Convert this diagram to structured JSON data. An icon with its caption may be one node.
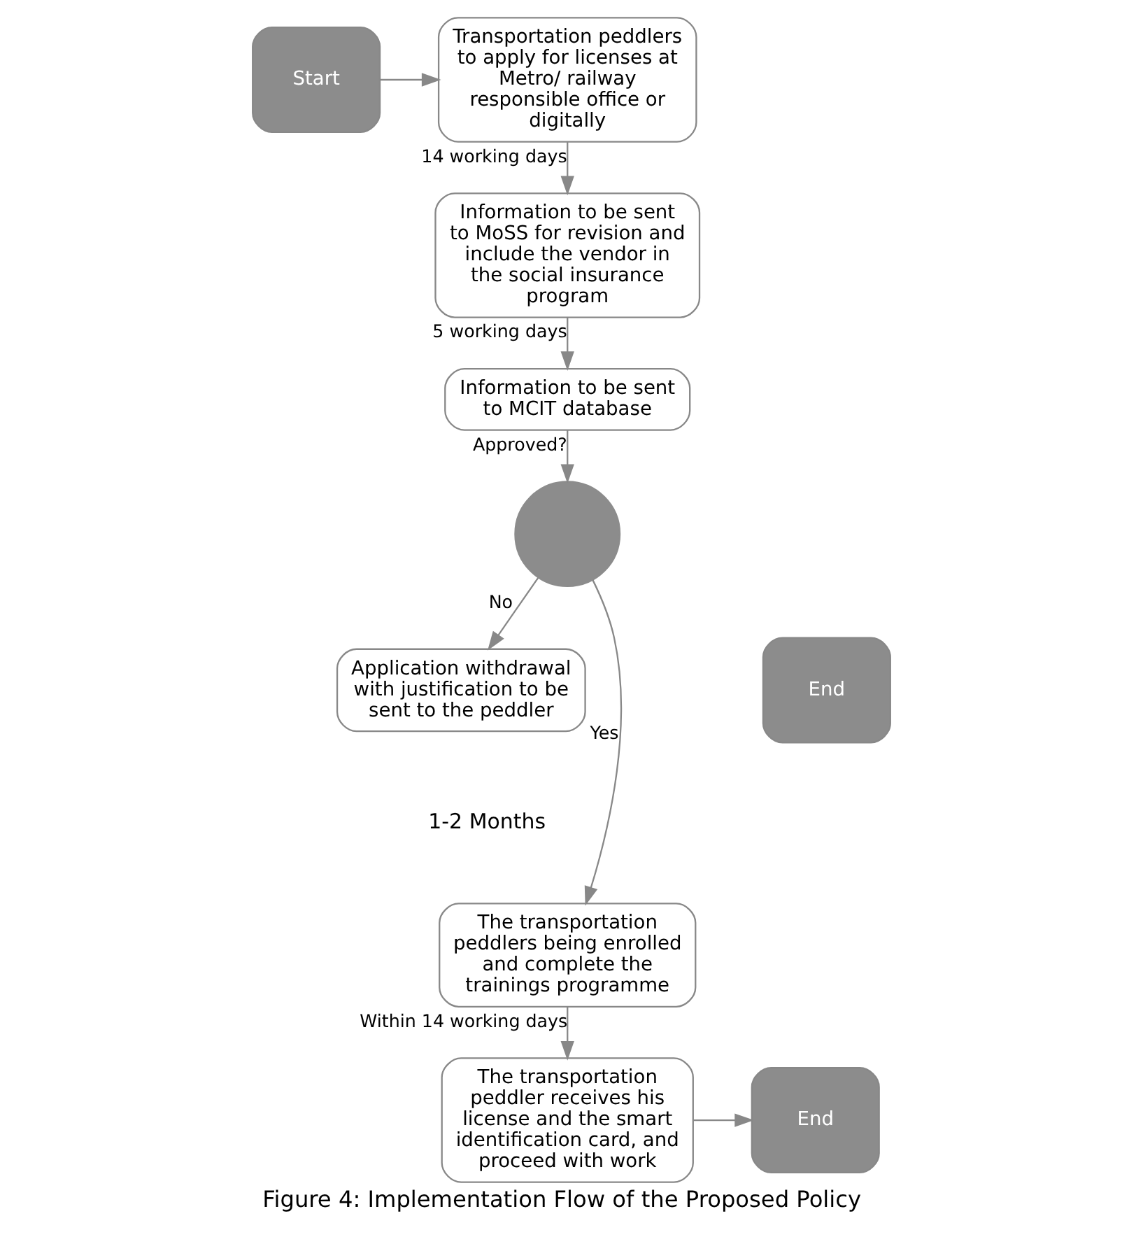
{
  "diagram": {
    "caption": "Figure 4: Implementation Flow of the Proposed Policy",
    "nodes": [
      {
        "text": [
          "Start"
        ]
      },
      {
        "text": [
          "Transportation peddlers to apply for licenses at Metro/ railway responsible office or digitally"
        ]
      },
      {
        "text": [
          "Information to be sent to MoSS for revision and include the vendor in the social insurance program"
        ]
      },
      {
        "text": [
          "Information to be sent to MCIT database"
        ]
      },
      {
        "text": [],
        "shape": "circle"
      },
      {
        "text": [
          "Application withdrawal with justification to be sent to the peddler"
        ]
      },
      {
        "text": [
          "End"
        ]
      },
      {
        "text": [
          "The transportation peddlers being enrolled and complete the trainings programme"
        ]
      },
      {
        "text": [
          "The transportation peddler receives his license and the smart identification card, and proceed with work"
        ]
      },
      {
        "text": [
          "End"
        ]
      }
    ],
    "edges": [
      {
        "from": 0,
        "to": 1,
        "arrow": "to"
      },
      {
        "from": 1,
        "to": 2,
        "arrow": "to",
        "label": "14 working days"
      },
      {
        "from": 2,
        "to": 3,
        "arrow": "to",
        "label": "5 working days"
      },
      {
        "from": 3,
        "to": 4,
        "arrow": "to",
        "label": "Approved?"
      },
      {
        "from": 4,
        "to": 5,
        "arrow": "to",
        "label": "No"
      },
      {
        "from": 4,
        "to": 7,
        "arrow": "to",
        "label": "Yes"
      },
      {
        "from": 7,
        "to": 8,
        "arrow": "to",
        "label": "Within 14 working days"
      },
      {
        "from": 8,
        "to": 9,
        "arrow": "to"
      }
    ],
    "labels": [
      "1-2 Months"
    ]
  }
}
